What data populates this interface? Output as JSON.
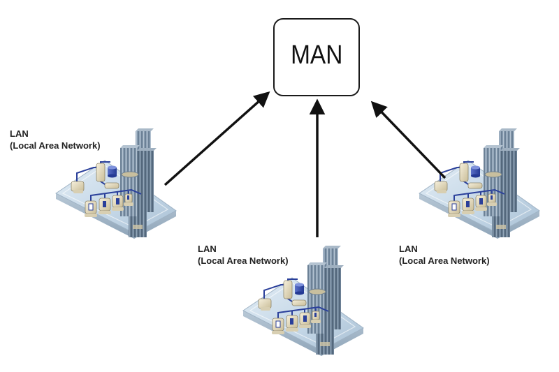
{
  "diagram": {
    "central_node": {
      "label": "MAN"
    },
    "lan_nodes": [
      {
        "id": "left",
        "title": "LAN",
        "subtitle": "(Local Area Network)"
      },
      {
        "id": "bottom",
        "title": "LAN",
        "subtitle": "(Local Area Network)"
      },
      {
        "id": "right",
        "title": "LAN",
        "subtitle": "(Local Area Network)"
      }
    ],
    "edges": [
      {
        "from": "left",
        "to": "MAN",
        "arrow": "to"
      },
      {
        "from": "bottom",
        "to": "MAN",
        "arrow": "to"
      },
      {
        "from": "right",
        "to": "MAN",
        "arrow": "to"
      }
    ],
    "colors": {
      "line": "#111111",
      "plate": "#c9dbe8",
      "building": "#7f93a6",
      "cable": "#2a3f9a",
      "device": "#e6dcc0"
    }
  }
}
